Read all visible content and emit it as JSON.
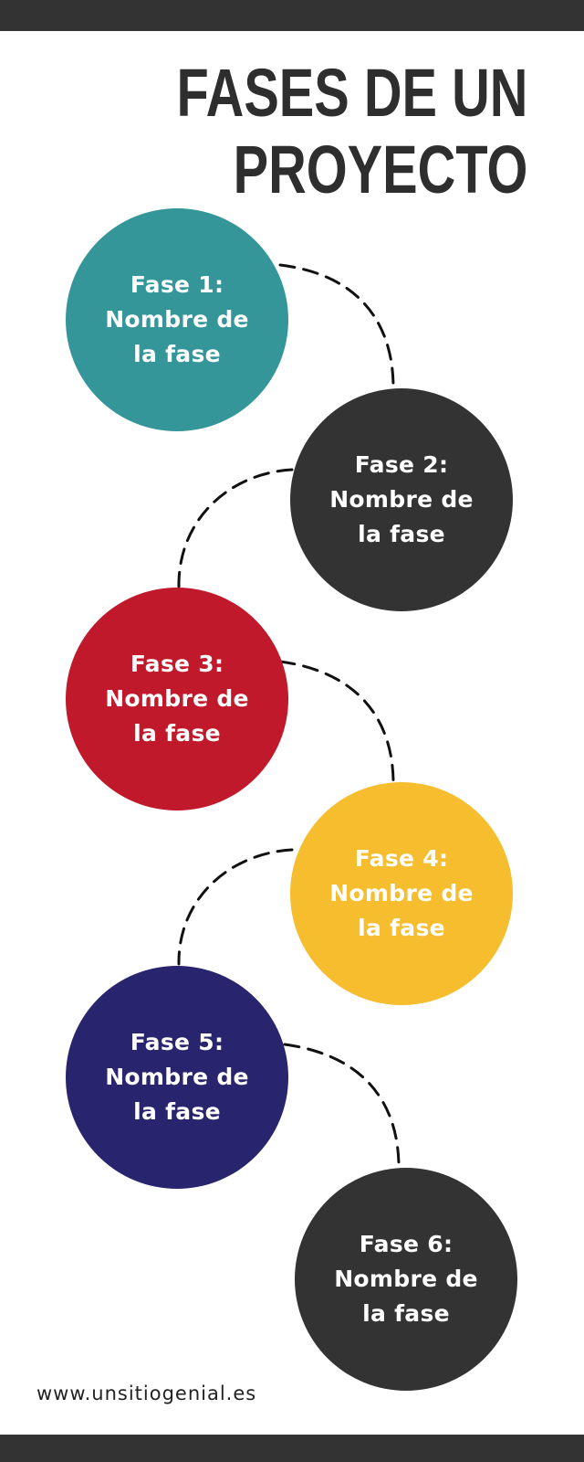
{
  "header": {
    "title_line1": "FASES DE UN",
    "title_line2": "PROYECTO"
  },
  "phases": [
    {
      "title": "Fase 1:",
      "name_line1": "Nombre de",
      "name_line2": "la fase",
      "color": "#35969A"
    },
    {
      "title": "Fase 2:",
      "name_line1": "Nombre de",
      "name_line2": "la fase",
      "color": "#333333"
    },
    {
      "title": "Fase 3:",
      "name_line1": "Nombre de",
      "name_line2": "la fase",
      "color": "#C0192B"
    },
    {
      "title": "Fase 4:",
      "name_line1": "Nombre de",
      "name_line2": "la fase",
      "color": "#F6BD2F"
    },
    {
      "title": "Fase 5:",
      "name_line1": "Nombre de",
      "name_line2": "la fase",
      "color": "#28246D"
    },
    {
      "title": "Fase 6:",
      "name_line1": "Nombre de",
      "name_line2": "la fase",
      "color": "#333333"
    }
  ],
  "footer": {
    "website": "www.unsitiogenial.es"
  },
  "colors": {
    "bar": "#333333",
    "title": "#2E2E2E",
    "connector": "#111111"
  }
}
